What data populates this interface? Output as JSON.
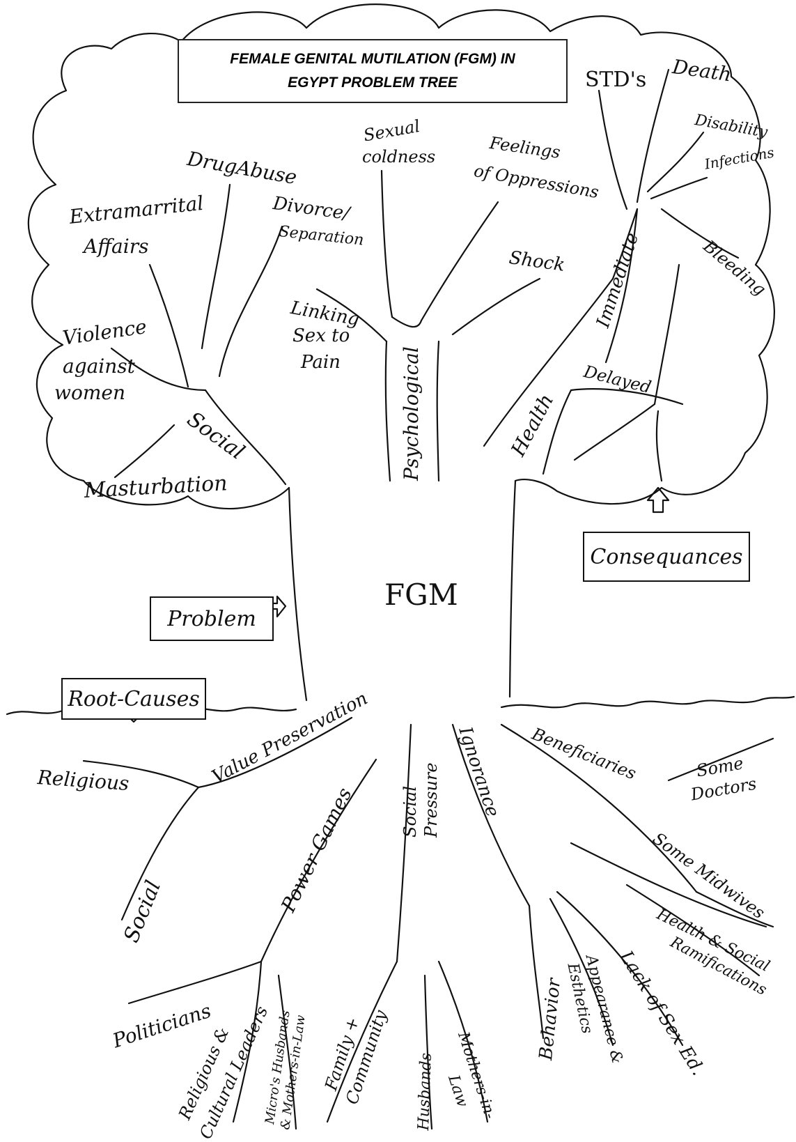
{
  "title": {
    "line1": "FEMALE GENITAL MUTILATION (FGM) IN",
    "line2": "EGYPT PROBLEM TREE"
  },
  "boxes": {
    "consequences": "Consequances",
    "problem": "Problem",
    "root_causes": "Root-Causes"
  },
  "center": "FGM",
  "consequences": {
    "social": {
      "branch": "Social",
      "leaves": {
        "extramarrital_1": "Extramarrital",
        "extramarrital_2": "Affairs",
        "drug_abuse": "DrugAbuse",
        "divorce_1": "Divorce/",
        "divorce_2": "Separation",
        "violence_1": "Violence",
        "violence_2": "against",
        "violence_3": "women",
        "masturbation": "Masturbation"
      }
    },
    "psychological": {
      "branch": "Psychological",
      "leaves": {
        "sexual_coldness_1": "Sexual",
        "sexual_coldness_2": "coldness",
        "feelings_1": "Feelings",
        "feelings_2": "of Oppressions",
        "shock": "Shock",
        "linking_1": "Linking",
        "linking_2": "Sex to",
        "linking_3": "Pain"
      }
    },
    "health": {
      "branch": "Health",
      "immediate": "Immediate",
      "delayed": "Delayed",
      "leaves": {
        "stds": "STD's",
        "death": "Death",
        "disability": "Disability",
        "infections": "Infections",
        "bleeding": "Bleeding"
      }
    }
  },
  "causes": {
    "value_preservation": "Value Preservation",
    "religious": "Religious",
    "social": "Social",
    "power_games": "Power Games",
    "politicians": "Politicians",
    "religious_leaders_1": "Religious &",
    "religious_leaders_2": "Cultural Leaders",
    "micro_1": "Micro's Husbands",
    "micro_2": "& Mothers-in-Law",
    "social_pressure_1": "Social",
    "social_pressure_2": "Pressure",
    "family_1": "Family +",
    "family_2": "Community",
    "husbands": "Husbands",
    "mothers_1": "Mothers-in-",
    "mothers_2": "Law",
    "ignorance": "Ignorance",
    "behavior": "Behavior",
    "appearance_1": "Appearance &",
    "appearance_2": "Esthetics",
    "lack_sex_ed": "Lack of Sex Ed.",
    "beneficiaries": "Beneficiaries",
    "some_doctors_1": "Some",
    "some_doctors_2": "Doctors",
    "some_midwives": "Some Midwives",
    "health_social_1": "Health & Social",
    "health_social_2": "Ramifications"
  }
}
